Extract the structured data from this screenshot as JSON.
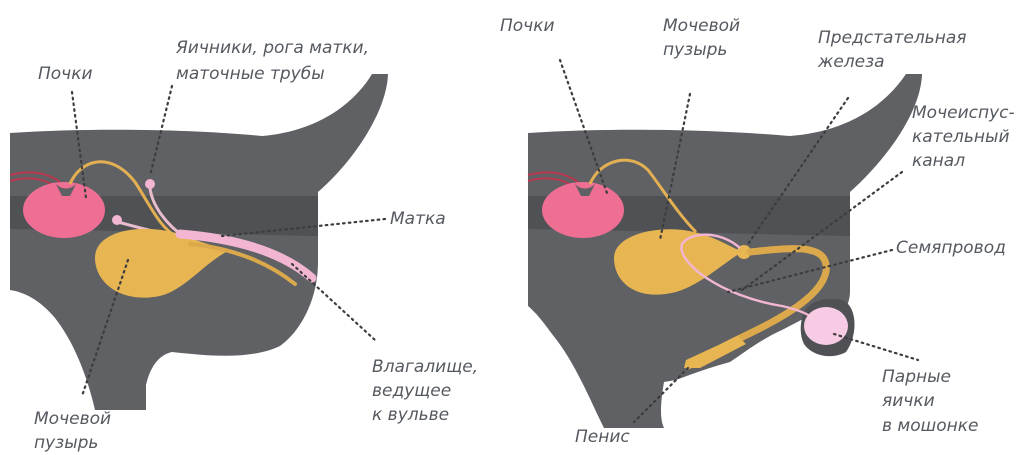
{
  "colors": {
    "body_gray": "#5f6165",
    "body_dark": "#4f5155",
    "kidney": "#ee6f93",
    "bladder": "#e7b653",
    "reproductive_pink": "#f2b6d2",
    "testis": "#f8cbe4",
    "label_text": "#555a60"
  },
  "female": {
    "kidneys": "Почки",
    "ovaries": [
      "Яичники, рога матки,",
      "маточные трубы"
    ],
    "uterus": "Матка",
    "vagina": [
      "Влагалище,",
      "ведущее",
      "к вульве"
    ],
    "bladder": [
      "Мочевой",
      "пузырь"
    ]
  },
  "male": {
    "kidneys": "Почки",
    "bladder": [
      "Мочевой",
      "пузырь"
    ],
    "prostate": [
      "Предстательная",
      "железа"
    ],
    "urethra": [
      "Мочеиспус-",
      "кательный",
      "канал"
    ],
    "vas_deferens": "Семяпровод",
    "testes": [
      "Парные",
      "яички",
      "в мошонке"
    ],
    "penis": "Пенис"
  }
}
